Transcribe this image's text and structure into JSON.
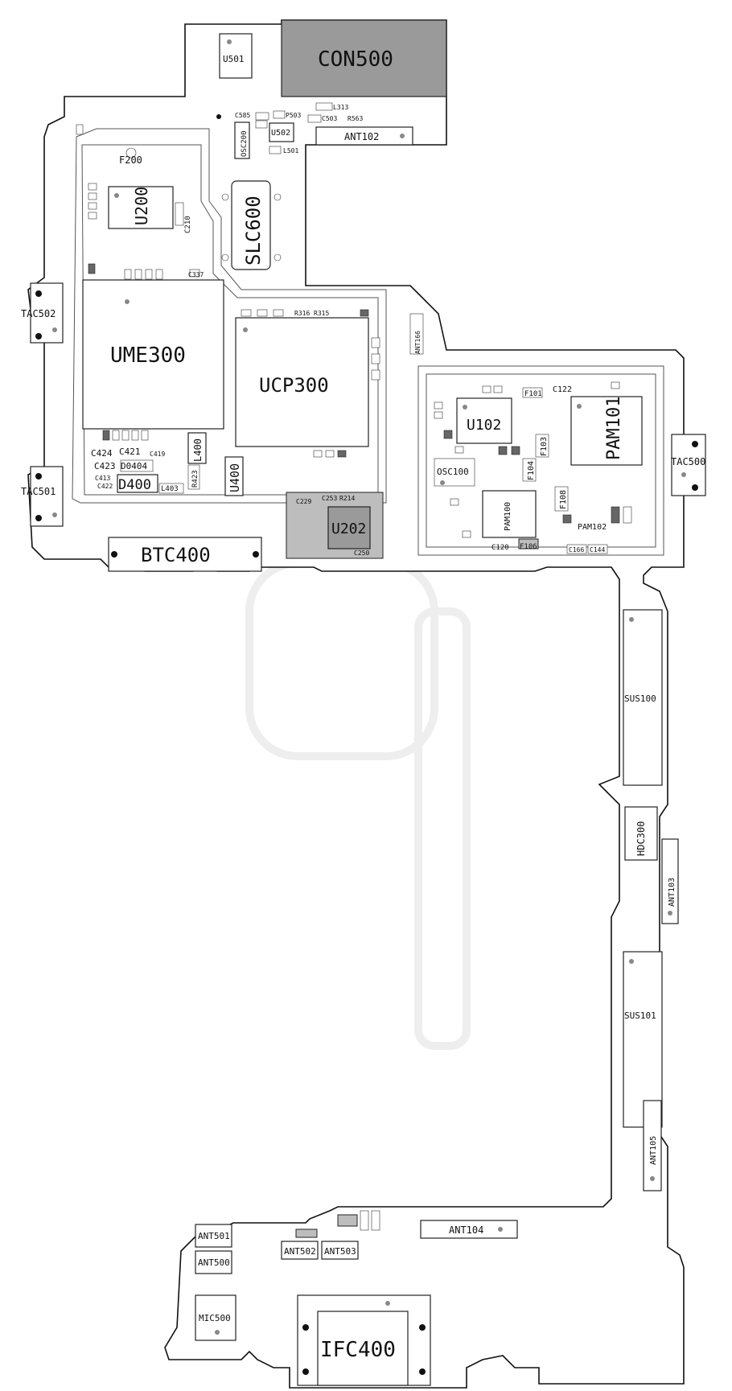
{
  "labels": {
    "CON500": "CON500",
    "U501": "U501",
    "ANT102": "ANT102",
    "U502": "U502",
    "OSC200": "OSC200",
    "SLC600": "SLC600",
    "F200": "F200",
    "U200": "U200",
    "C210": "C210",
    "C337": "C337",
    "TAC502": "TAC502",
    "UME300": "UME300",
    "UCP300": "UCP300",
    "R316": "R316",
    "R315": "R315",
    "ANT166": "ANT166",
    "U102": "U102",
    "PAM101": "PAM101",
    "C122": "C122",
    "F101": "F101",
    "F103": "F103",
    "F104": "F104",
    "OSC100": "OSC100",
    "TAC500": "TAC500",
    "PAM100": "PAM100",
    "F108": "F108",
    "PAM102": "PAM102",
    "F106": "F106",
    "C166": "C166",
    "C144": "C144",
    "C120": "C120",
    "TAC501": "TAC501",
    "C424": "C424",
    "C421": "C421",
    "C423": "C423",
    "D0404": "D0404",
    "D400": "D400",
    "L400": "L400",
    "R423": "R423",
    "L403": "L403",
    "U400": "U400",
    "U202": "U202",
    "C229": "C229",
    "C253": "C253",
    "R214": "R214",
    "C250": "C250",
    "BTC400": "BTC400",
    "SUS100": "SUS100",
    "HDC300": "HDC300",
    "ANT103": "ANT103",
    "SUS101": "SUS101",
    "ANT105": "ANT105",
    "ANT501": "ANT501",
    "ANT500": "ANT500",
    "ANT502": "ANT502",
    "ANT503": "ANT503",
    "ANT104": "ANT104",
    "MIC500": "MIC500",
    "IFC400": "IFC400",
    "L313": "L313",
    "R563": "R563",
    "C503": "C503",
    "C585": "C585",
    "P503": "P503",
    "L501": "L501",
    "C419": "C419",
    "C413": "C413",
    "C422": "C422"
  },
  "colors": {
    "fill_dark": "#9a9a9a",
    "outline": "#111111"
  }
}
